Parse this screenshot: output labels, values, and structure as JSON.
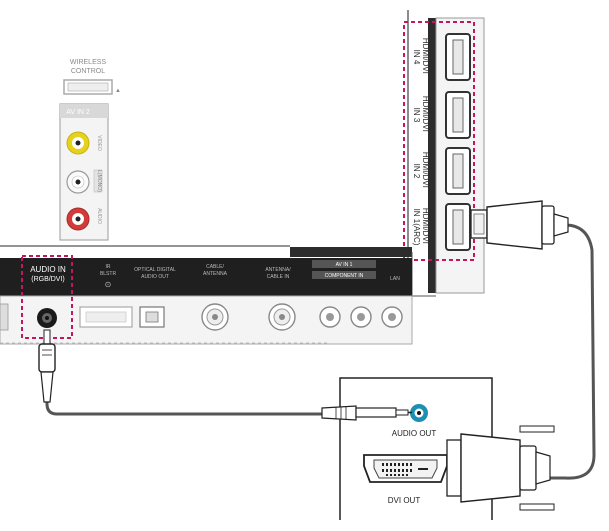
{
  "colors": {
    "panel_dark": "#2c2c2c",
    "panel_bg": "#f4f4f4",
    "highlight": "#c2185b",
    "label_gray": "#8a8a8a",
    "cable": "#555555",
    "jack_blue": "#1c8fb2",
    "jack_yellow": "#e7d21a",
    "jack_red": "#d33a3a"
  },
  "side_panel": {
    "wireless_control_line1": "WIRELESS",
    "wireless_control_line2": "CONTROL",
    "av_in_label": "AV IN 2",
    "video_label": "VIDEO",
    "mono_label": "L(MONO)",
    "audio_label": "AUDIO"
  },
  "hdmi_ports": [
    {
      "line1": "HDMI/DVI",
      "line2": "IN 4"
    },
    {
      "line1": "HDMI/DVI",
      "line2": "IN 3"
    },
    {
      "line1": "HDMI/DVI",
      "line2": "IN 2"
    },
    {
      "line1": "HDMI/DVI",
      "line2": "IN 1(ARC)"
    }
  ],
  "rear_panel": {
    "audio_in_line1": "AUDIO IN",
    "audio_in_line2": "(RGB/DVI)",
    "ir_blaster_line1": "IR",
    "ir_blaster_line2": "BLSTR",
    "optical_line1": "OPTICAL DIGITAL",
    "optical_line2": "AUDIO OUT",
    "cable_label_line1": "CABLE/",
    "cable_label_line2": "ANTENNA",
    "antenna_label_line1": "ANTENNA/",
    "antenna_label_line2": "CABLE IN",
    "av_in_1": "AV IN 1",
    "component_in": "COMPONENT IN",
    "lan_label": "LAN"
  },
  "device": {
    "audio_out_label": "AUDIO OUT",
    "dvi_out_label": "DVI OUT"
  }
}
